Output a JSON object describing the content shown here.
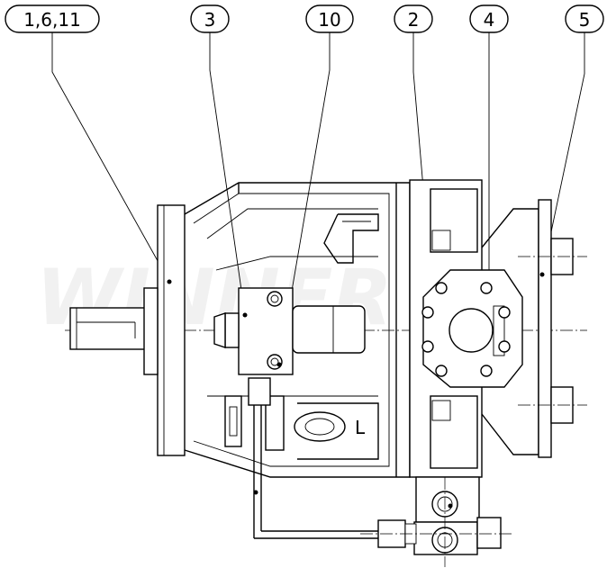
{
  "callouts": [
    {
      "id": "c1",
      "label": "1,6,11"
    },
    {
      "id": "c3",
      "label": "3"
    },
    {
      "id": "c10",
      "label": "10"
    },
    {
      "id": "c2",
      "label": "2"
    },
    {
      "id": "c4",
      "label": "4"
    },
    {
      "id": "c5",
      "label": "5"
    }
  ],
  "port_label": "L",
  "watermark": "WINNER"
}
